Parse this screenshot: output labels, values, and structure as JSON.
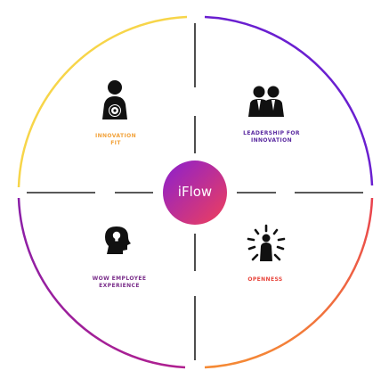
{
  "center": {
    "label": "iFlow"
  },
  "quadrants": [
    {
      "id": "top-left",
      "label": "INNOVATION\nFIT",
      "color": "#f2a23a",
      "icon": "person-gear-icon"
    },
    {
      "id": "top-right",
      "label": "LEADERSHIP FOR\nINNOVATION",
      "color": "#5a2aa0",
      "icon": "two-business-people-icon"
    },
    {
      "id": "bottom-left",
      "label": "WOW  EMPLOYEE\nEXPERIENCE",
      "color": "#7a2e8a",
      "icon": "head-lightbulb-icon"
    },
    {
      "id": "bottom-right",
      "label": "OPENNESS",
      "color": "#e8453c",
      "icon": "person-rays-icon"
    }
  ],
  "colors": {
    "ring_top_left": "#f7d549",
    "ring_top_right": "#6a1fd0",
    "ring_bottom_left": "#8a1fa8",
    "ring_bottom_right": "#f06040",
    "center_gradient_start": "#8a1fd0",
    "center_gradient_end": "#f0405a",
    "divider": "#222222"
  }
}
